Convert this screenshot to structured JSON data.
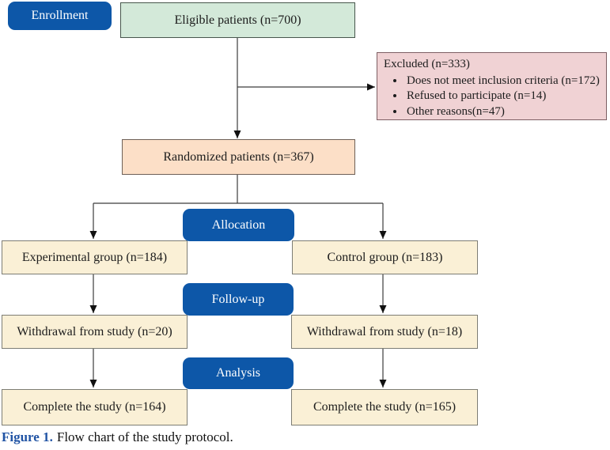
{
  "figure": {
    "caption_label": "Figure 1.",
    "caption_text": "Flow chart of the study protocol."
  },
  "stages": {
    "enrollment": "Enrollment",
    "allocation": "Allocation",
    "follow_up": "Follow-up",
    "analysis": "Analysis"
  },
  "boxes": {
    "eligible": "Eligible patients (n=700)",
    "randomized": "Randomized patients (n=367)",
    "experimental_group": "Experimental group (n=184)",
    "control_group": "Control group (n=183)",
    "withdrawal_experimental": "Withdrawal from study (n=20)",
    "withdrawal_control": "Withdrawal from study (n=18)",
    "complete_experimental": "Complete the study (n=164)",
    "complete_control": "Complete the study (n=165)"
  },
  "excluded": {
    "title": "Excluded (n=333)",
    "items": [
      "Does not meet inclusion criteria (n=172)",
      "Refused to participate (n=14)",
      "Other reasons(n=47)"
    ]
  },
  "colors": {
    "stage_blue": "#0d57a8",
    "eligible_green": "#d3e9d9",
    "excluded_pink": "#f0d2d4",
    "randomized_peach": "#fcdfc7",
    "group_cream": "#faf0d6",
    "caption_blue": "#2053a4",
    "connector_gray": "#3c3c3c"
  }
}
